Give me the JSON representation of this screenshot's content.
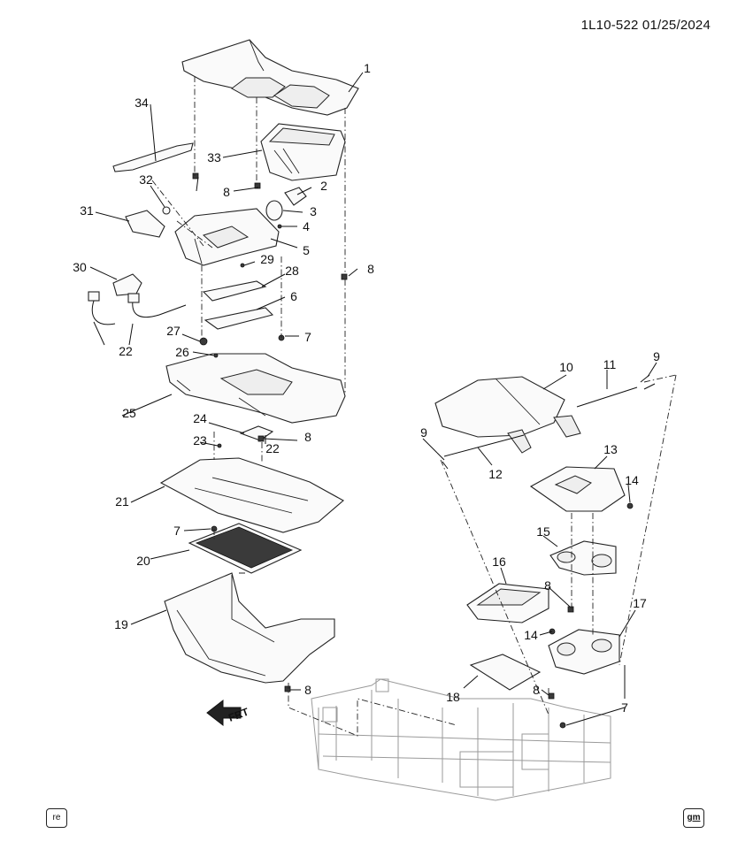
{
  "header": {
    "doc_id": "1L10-522  01/25/2024"
  },
  "badges": {
    "left": "re",
    "right": "gm"
  },
  "orientation": {
    "arrow_label": "FRT"
  },
  "callouts": [
    {
      "label": "1"
    },
    {
      "label": "2"
    },
    {
      "label": "3"
    },
    {
      "label": "4"
    },
    {
      "label": "5"
    },
    {
      "label": "6"
    },
    {
      "label": "7"
    },
    {
      "label": "7"
    },
    {
      "label": "7"
    },
    {
      "label": "8"
    },
    {
      "label": "8"
    },
    {
      "label": "8"
    },
    {
      "label": "8"
    },
    {
      "label": "8"
    },
    {
      "label": "8"
    },
    {
      "label": "9"
    },
    {
      "label": "9"
    },
    {
      "label": "10"
    },
    {
      "label": "11"
    },
    {
      "label": "12"
    },
    {
      "label": "13"
    },
    {
      "label": "14"
    },
    {
      "label": "14"
    },
    {
      "label": "15"
    },
    {
      "label": "16"
    },
    {
      "label": "17"
    },
    {
      "label": "18"
    },
    {
      "label": "19"
    },
    {
      "label": "20"
    },
    {
      "label": "21"
    },
    {
      "label": "22"
    },
    {
      "label": "22"
    },
    {
      "label": "23"
    },
    {
      "label": "24"
    },
    {
      "label": "25"
    },
    {
      "label": "26"
    },
    {
      "label": "27"
    },
    {
      "label": "28"
    },
    {
      "label": "29"
    },
    {
      "label": "30"
    },
    {
      "label": "31"
    },
    {
      "label": "32"
    },
    {
      "label": "33"
    },
    {
      "label": "34"
    }
  ]
}
